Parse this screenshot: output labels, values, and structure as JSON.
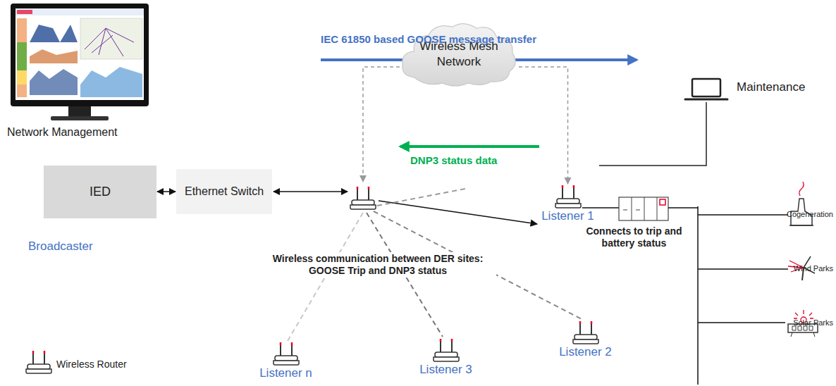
{
  "diagram": {
    "nodes": [
      {
        "text": [
          "Wireless Mesh Network"
        ]
      },
      {
        "text": [
          "IED",
          "Broadcaster"
        ]
      },
      {
        "text": [
          "Ethernet Switch"
        ]
      },
      {
        "text": [
          "Listener 1"
        ]
      },
      {
        "text": [
          "Listener 2"
        ]
      },
      {
        "text": [
          "Listener n"
        ]
      },
      {
        "text": [
          "Listener 3"
        ]
      }
    ],
    "edges": [
      {
        "from": 1,
        "to": 2,
        "arrow": "both"
      },
      {
        "from": 0,
        "to": 3,
        "arrow": "to"
      }
    ],
    "labels": [
      "Network Management",
      "IEC 61850 based GOOSE message transfer",
      "Maintenance",
      "DNP3 status data",
      "Wireless communication between DER sites: GOOSE Trip and DNP3 status",
      "Connects to trip and battery status",
      "Cogeneration",
      "Wind Parks",
      "Solar Parks"
    ],
    "legend": [
      {
        "text": "Wireless Router"
      }
    ]
  }
}
